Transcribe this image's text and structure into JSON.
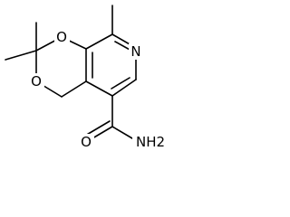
{
  "molecule": {
    "atoms": {
      "ring_oxygen_top": "O",
      "ring_oxygen_bottom": "O",
      "pyridine_nitrogen": "N",
      "carbonyl_oxygen": "O",
      "amide_nitrogen": "NH2"
    }
  }
}
